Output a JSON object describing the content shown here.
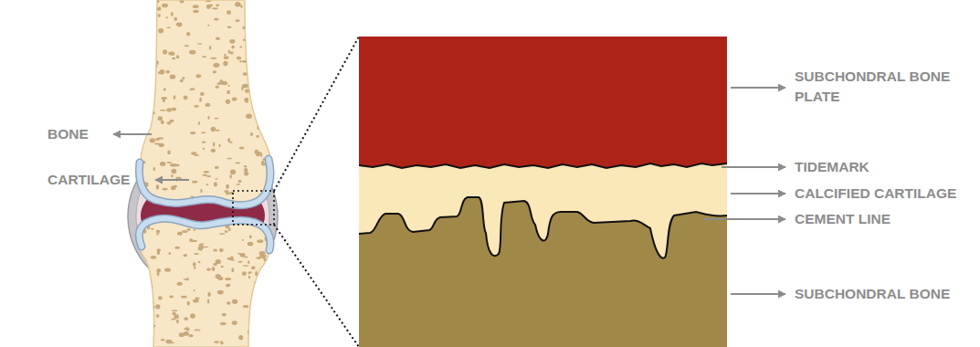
{
  "diagram": {
    "labels": [
      "BONE",
      "CARTILAGE",
      "SUBCHONDRAL BONE PLATE",
      "TIDEMARK",
      "CALCIFIED CARTILAGE",
      "CEMENT LINE",
      "SUBCHONDRAL BONE"
    ]
  }
}
